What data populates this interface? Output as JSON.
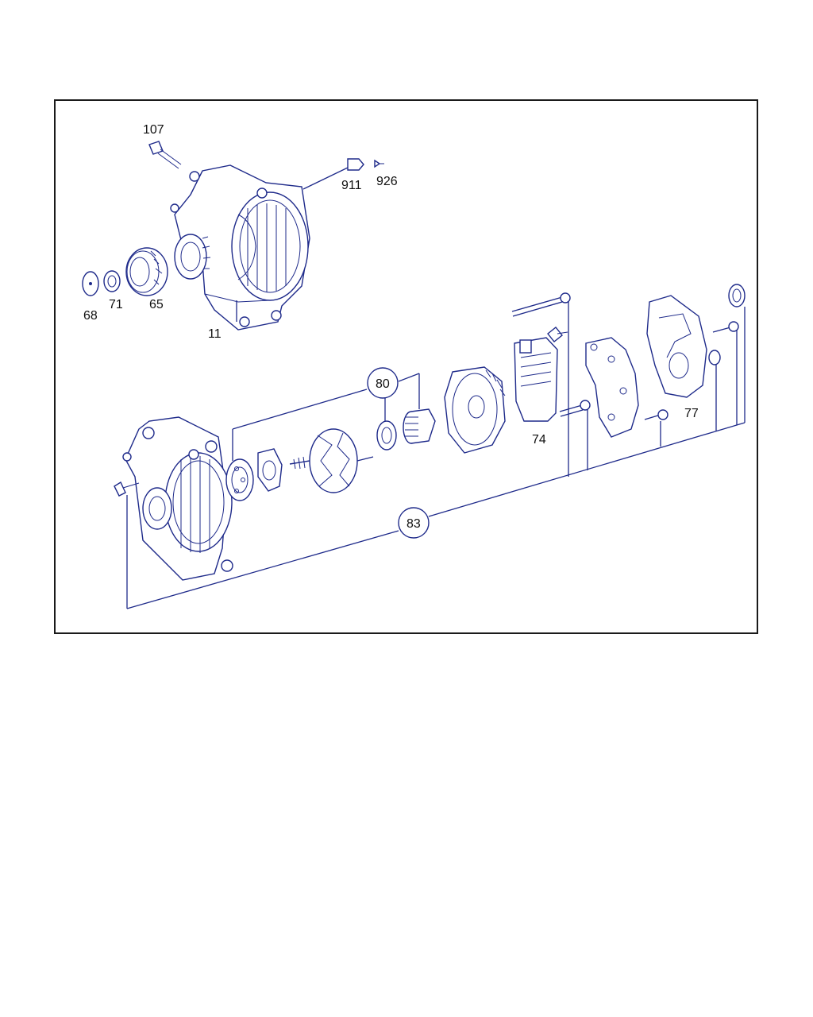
{
  "callouts": {
    "c107": "107",
    "c911": "911",
    "c926": "926",
    "c68": "68",
    "c71": "71",
    "c65": "65",
    "c11": "11",
    "c80": "80",
    "c74": "74",
    "c77": "77",
    "c83": "83"
  },
  "colors": {
    "line": "#1e2a8a",
    "text": "#111111",
    "frame": "#1a1a1a"
  }
}
